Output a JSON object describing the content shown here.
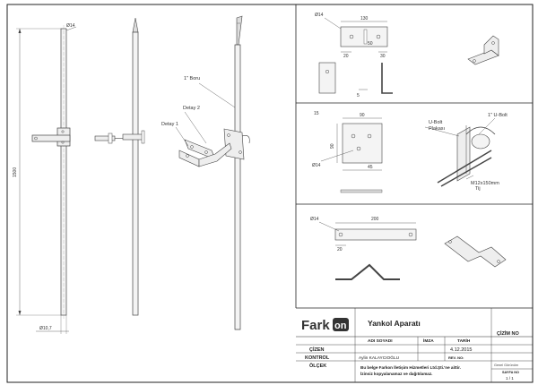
{
  "dims": {
    "d14_top": "Ø14",
    "length_1500": "1500",
    "d10_7": "Ø10,7",
    "w130": "130",
    "w20a": "20",
    "w50": "50",
    "w30": "30",
    "w5": "5",
    "d14_b": "Ø14",
    "w90": "90",
    "w45": "45",
    "w15": "15",
    "w90b": "90",
    "d14_c": "Ø14",
    "w200": "200",
    "d14_d": "Ø14",
    "w20c": "20"
  },
  "labels": {
    "boru": "1\" Boru",
    "detay2": "Detay 2",
    "detay1": "Detay 1",
    "ubolt_plakasi_1": "U-Bolt",
    "ubolt_plakasi_2": "Plakası",
    "ubolt": "1\" U-Bolt",
    "m12": "M12x150mm",
    "m12_sub": "Tij"
  },
  "title_block": {
    "logo_text": "Fark",
    "logo_badge": "on",
    "title": "Yankol Aparatı",
    "col_name": "ADI SOYADI",
    "col_sign": "İMZA",
    "col_date": "TARİH",
    "col_drawing_no": "ÇİZİM NO",
    "row_ciz": "ÇİZEN",
    "date_value": "4.12.2015",
    "row_kontrol": "KONTROL",
    "kontrol_name": "Aylin KALAYCIOĞLU",
    "rev_no": "REV. NO:",
    "row_olcek": "ÖLÇEK",
    "notice_line1": "Bu belge Farkon İletişim Hizmetleri Ltd.Şti.'ne aittir.",
    "notice_line2": "İzinsiz kopyalanamaz ve dağıtılamaz.",
    "genel_gorunum": "Genel Görünüm",
    "sayfa_no": "SAYFA NO",
    "sayfa_value": "1 / 1"
  }
}
